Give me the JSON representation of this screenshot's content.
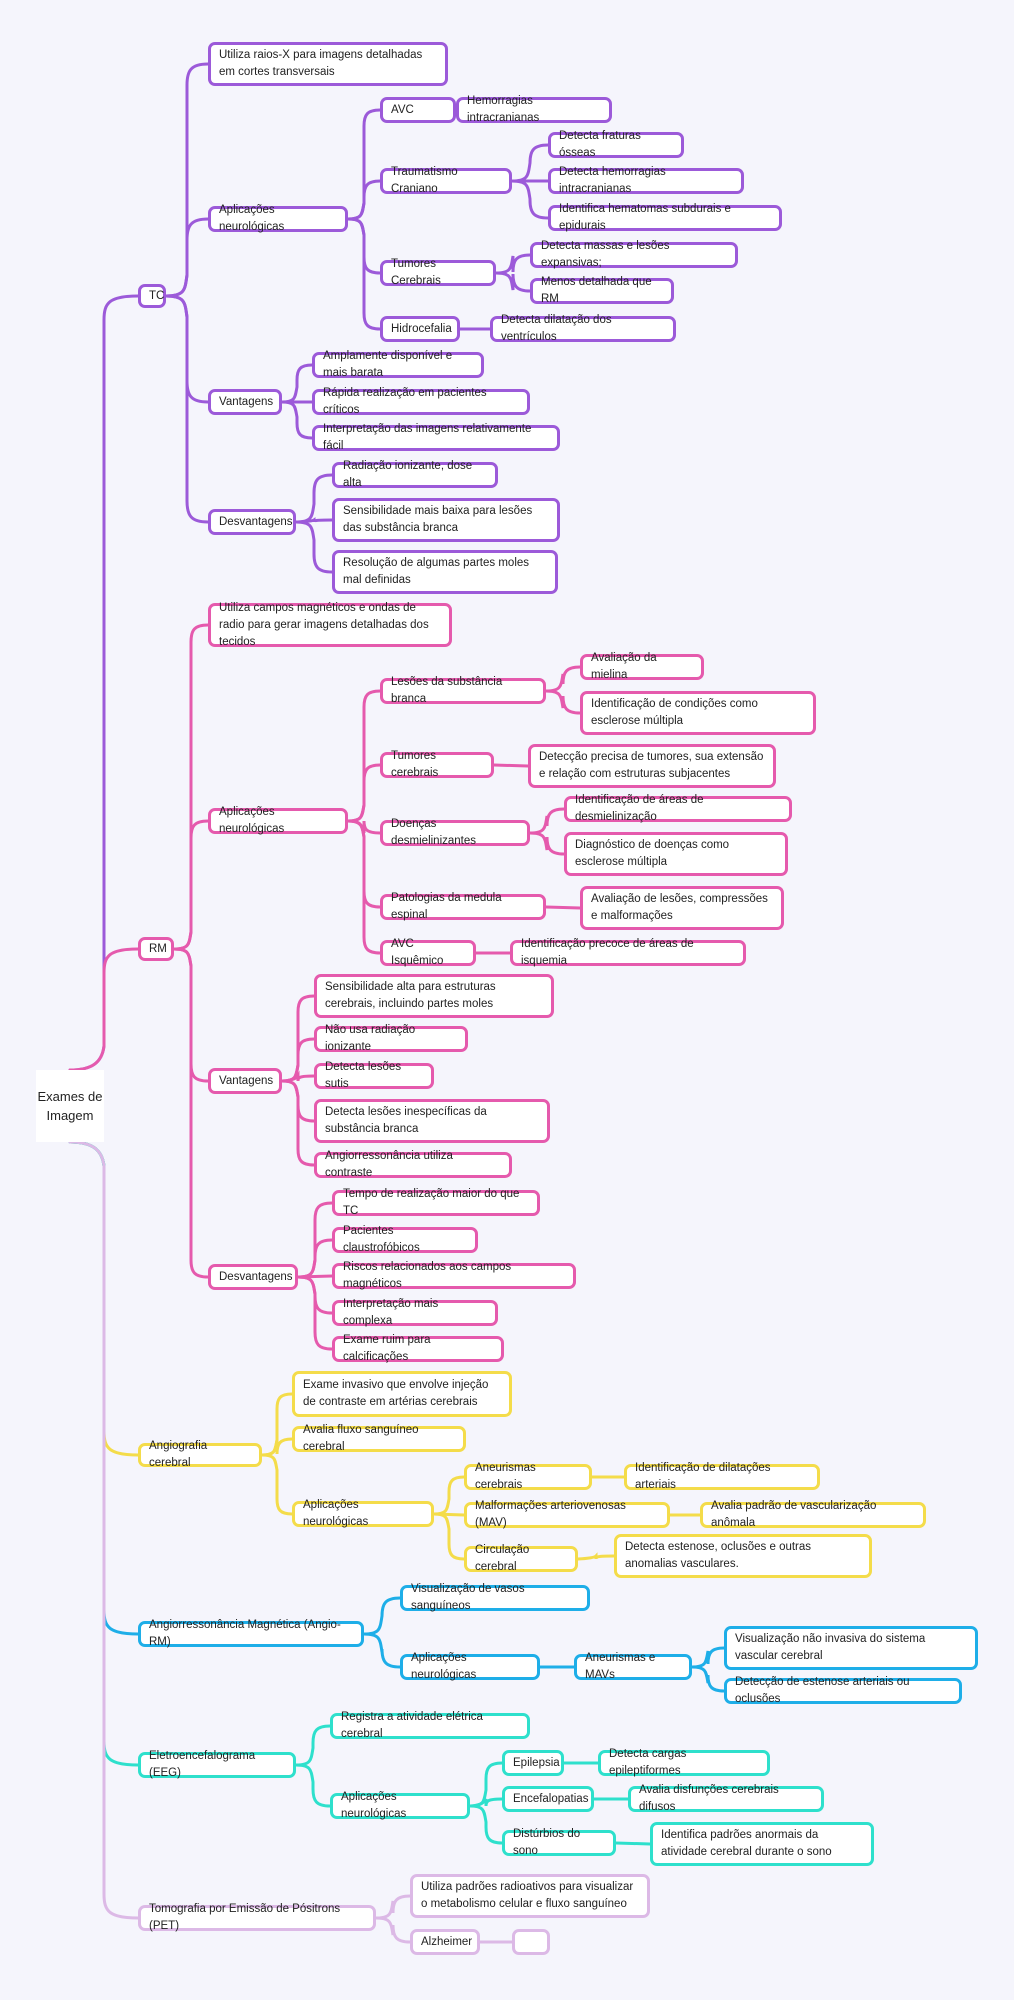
{
  "colors": {
    "tc": "#9c5ad9",
    "rm": "#e55aad",
    "angio": "#f4dc4a",
    "angio_rm": "#1eaee8",
    "eeg": "#2ee0cc",
    "pet": "#dcb9e6",
    "background": "#f5f5fc"
  },
  "root": {
    "label": "Exames de Imagem"
  },
  "branches": [
    {
      "key": "tc",
      "label": "TC",
      "children": [
        {
          "label": "Utiliza raios-X para imagens detalhadas em cortes transversais"
        },
        {
          "label": "Aplicações neurológicas",
          "children": [
            {
              "label": "AVC",
              "children": [
                {
                  "label": "Hemorragias intracranianas"
                }
              ]
            },
            {
              "label": "Traumatismo Craniano",
              "children": [
                {
                  "label": "Detecta fraturas ósseas"
                },
                {
                  "label": "Detecta hemorragias intracranianas"
                },
                {
                  "label": "Identifica hematomas subdurais e epidurais"
                }
              ]
            },
            {
              "label": "Tumores Cerebrais",
              "children": [
                {
                  "label": "Detecta massas e lesões expansivas;"
                },
                {
                  "label": "Menos detalhada que RM"
                }
              ]
            },
            {
              "label": "Hidrocefalia",
              "children": [
                {
                  "label": "Detecta dilatação dos ventrículos"
                }
              ]
            }
          ]
        },
        {
          "label": "Vantagens",
          "children": [
            {
              "label": "Amplamente disponível e mais barata"
            },
            {
              "label": "Rápida realização em pacientes críticos"
            },
            {
              "label": "Interpretação das imagens relativamente fácil"
            }
          ]
        },
        {
          "label": "Desvantagens",
          "children": [
            {
              "label": "Radiação ionizante, dose alta"
            },
            {
              "label": "Sensibilidade mais baixa para lesões das substância branca"
            },
            {
              "label": "Resolução de algumas partes moles mal definidas"
            }
          ]
        }
      ]
    },
    {
      "key": "rm",
      "label": "RM",
      "children": [
        {
          "label": "Utiliza campos magnéticos e ondas de radio para gerar imagens detalhadas dos tecidos"
        },
        {
          "label": "Aplicações neurológicas",
          "children": [
            {
              "label": "Lesões da substância branca",
              "children": [
                {
                  "label": "Avaliação da mielina"
                },
                {
                  "label": "Identificação de condições como esclerose múltipla"
                }
              ]
            },
            {
              "label": "Tumores cerebrais",
              "children": [
                {
                  "label": "Detecção precisa de tumores, sua extensão e relação com estruturas subjacentes"
                }
              ]
            },
            {
              "label": "Doenças desmielinizantes",
              "children": [
                {
                  "label": "Identificação de áreas de desmielinização"
                },
                {
                  "label": "Diagnóstico de doenças como esclerose múltipla"
                }
              ]
            },
            {
              "label": "Patologias da medula espinal",
              "children": [
                {
                  "label": "Avaliação de lesões, compressões e malformações"
                }
              ]
            },
            {
              "label": "AVC Isquêmico",
              "children": [
                {
                  "label": "Identificação precoce de áreas de isquemia"
                }
              ]
            }
          ]
        },
        {
          "label": "Vantagens",
          "children": [
            {
              "label": "Sensibilidade alta para estruturas cerebrais, incluindo partes moles"
            },
            {
              "label": "Não usa radiação ionizante"
            },
            {
              "label": "Detecta lesões sutis"
            },
            {
              "label": "Detecta lesões inespecíficas da substância branca"
            },
            {
              "label": "Angiorressonância utiliza contraste"
            }
          ]
        },
        {
          "label": "Desvantagens",
          "children": [
            {
              "label": "Tempo de realização maior do que TC"
            },
            {
              "label": "Pacientes claustrofóbicos"
            },
            {
              "label": "Riscos relacionados aos campos magnéticos"
            },
            {
              "label": "Interpretação mais complexa"
            },
            {
              "label": "Exame ruim para calcificações"
            }
          ]
        }
      ]
    },
    {
      "key": "angio",
      "label": "Angiografia cerebral",
      "children": [
        {
          "label": "Exame invasivo que envolve injeção de contraste em artérias cerebrais"
        },
        {
          "label": "Avalia fluxo sanguíneo cerebral"
        },
        {
          "label": "Aplicações neurológicas",
          "children": [
            {
              "label": "Aneurismas cerebrais",
              "children": [
                {
                  "label": "Identificação de dilatações arteriais"
                }
              ]
            },
            {
              "label": "Malformações arteriovenosas (MAV)",
              "children": [
                {
                  "label": "Avalia padrão de vascularização anômala"
                }
              ]
            },
            {
              "label": "Circulação cerebral",
              "children": [
                {
                  "label": "Detecta estenose, oclusões e outras anomalias vasculares."
                }
              ]
            }
          ]
        }
      ]
    },
    {
      "key": "angio_rm",
      "label": "Angiorressonância Magnética (Angio-RM)",
      "children": [
        {
          "label": "Visualização de vasos sanguíneos"
        },
        {
          "label": "Aplicações neurológicas",
          "children": [
            {
              "label": "Aneurismas e MAVs",
              "children": [
                {
                  "label": "Visualização não invasiva do sistema vascular cerebral"
                },
                {
                  "label": "Detecção de estenose arteriais ou oclusões"
                }
              ]
            }
          ]
        }
      ]
    },
    {
      "key": "eeg",
      "label": "Eletroencefalograma (EEG)",
      "children": [
        {
          "label": "Registra a atividade elétrica cerebral"
        },
        {
          "label": "Aplicações neurológicas",
          "children": [
            {
              "label": "Epilepsia",
              "children": [
                {
                  "label": "Detecta cargas epileptiformes"
                }
              ]
            },
            {
              "label": "Encefalopatias",
              "children": [
                {
                  "label": "Avalia disfunções cerebrais difusos"
                }
              ]
            },
            {
              "label": "Distúrbios do sono",
              "children": [
                {
                  "label": "Identifica padrões anormais da atividade cerebral durante o sono"
                }
              ]
            }
          ]
        }
      ]
    },
    {
      "key": "pet",
      "label": "Tomografia por Emissão de Pósitrons (PET)",
      "children": [
        {
          "label": "Utiliza padrões radioativos para visualizar o metabolismo celular e fluxo sanguíneo"
        },
        {
          "label": "Alzheimer",
          "children": [
            {
              "label": ""
            }
          ]
        }
      ]
    }
  ]
}
